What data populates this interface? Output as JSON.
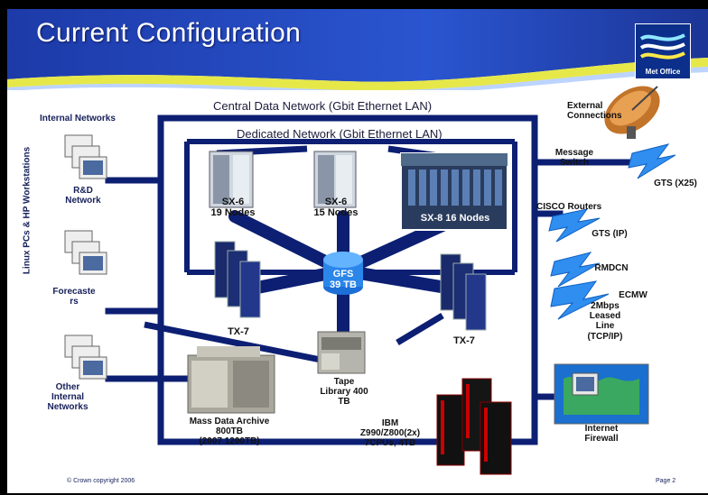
{
  "slide": {
    "title": "Current Configuration",
    "logo_text": "Met Office",
    "footer_left": "© Crown copyright 2006",
    "footer_right": "Page 2"
  },
  "networks": {
    "central": "Central Data Network (Gbit Ethernet LAN)",
    "dedicated": "Dedicated Network (Gbit Ethernet LAN)"
  },
  "left": {
    "internal_networks": "Internal Networks",
    "workstations": "Linux PCs & HP Workstations",
    "groups": [
      {
        "label": "R&D\nNetwork"
      },
      {
        "label": "Forecaste\nrs"
      },
      {
        "label": "Other\nInternal\nNetworks"
      }
    ]
  },
  "systems": {
    "sx6_a": "SX-6\n19 Nodes",
    "sx6_b": "SX-6\n15 Nodes",
    "sx8": "SX-8 16 Nodes",
    "gfs": "GFS\n39 TB",
    "tx7_left": "TX-7",
    "tx7_right": "TX-7",
    "tape": "Tape\nLibrary 400\nTB",
    "mass": "Mass Data Archive\n800TB\n(2007 1200TB)",
    "ibm": "IBM\nZ990/Z800(2x)\n7CPUs, 4TB"
  },
  "external": {
    "title": "External\nConnections",
    "message_switch": "Message\nSwitch",
    "gts_x25": "GTS (X25)",
    "cisco": "CISCO Routers",
    "gts_ip": "GTS (IP)",
    "rmdcn": "RMDCN",
    "ecmw": "ECMW",
    "leased": "2Mbps\nLeased\nLine\n(TCP/IP)",
    "firewall": "Internet\nFirewall"
  },
  "colors": {
    "header_blue": "#1e3fb0",
    "header_yellow": "#e6e84a",
    "network_blue": "#0c1f73",
    "bolt_blue": "#2f8ef0"
  },
  "icons": [
    "workstation-icon",
    "supercomputer-icon",
    "server-rack-icon",
    "tape-library-icon",
    "satellite-dish-icon",
    "lightning-bolt-icon",
    "world-map-monitor-icon",
    "met-office-logo-icon"
  ]
}
